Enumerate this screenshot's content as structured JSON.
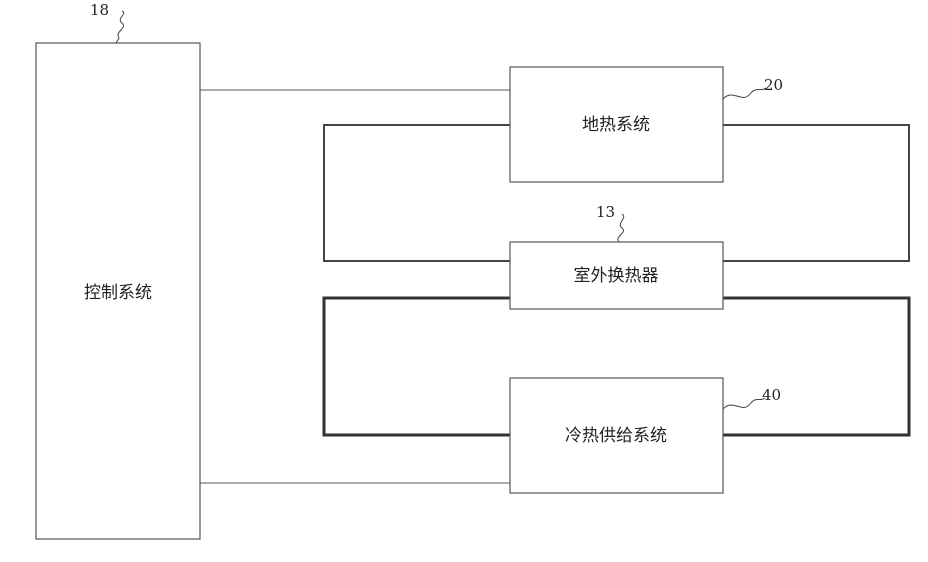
{
  "blocks": {
    "control_system": {
      "label": "控制系统",
      "ref": "18"
    },
    "geothermal_system": {
      "label": "地热系统",
      "ref": "20"
    },
    "outdoor_heat_exchanger": {
      "label": "室外换热器",
      "ref": "13"
    },
    "cooling_heating_supply_system": {
      "label": "冷热供给系统",
      "ref": "40"
    }
  }
}
